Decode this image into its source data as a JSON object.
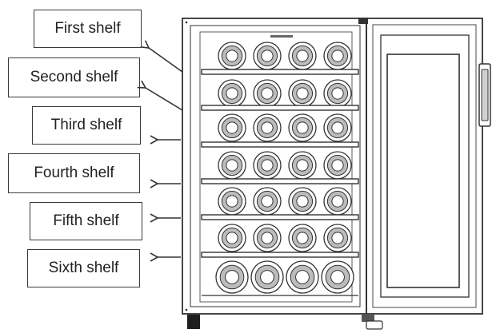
{
  "shelf_labels": [
    "First shelf",
    "Second shelf",
    "Third shelf",
    "Fourth shelf",
    "Fifth shelf",
    "Sixth shelf"
  ],
  "bottles_per_shelf": 4,
  "colors": {
    "line": "#333333",
    "shade": "#bcbcbc",
    "background": "#ffffff"
  }
}
